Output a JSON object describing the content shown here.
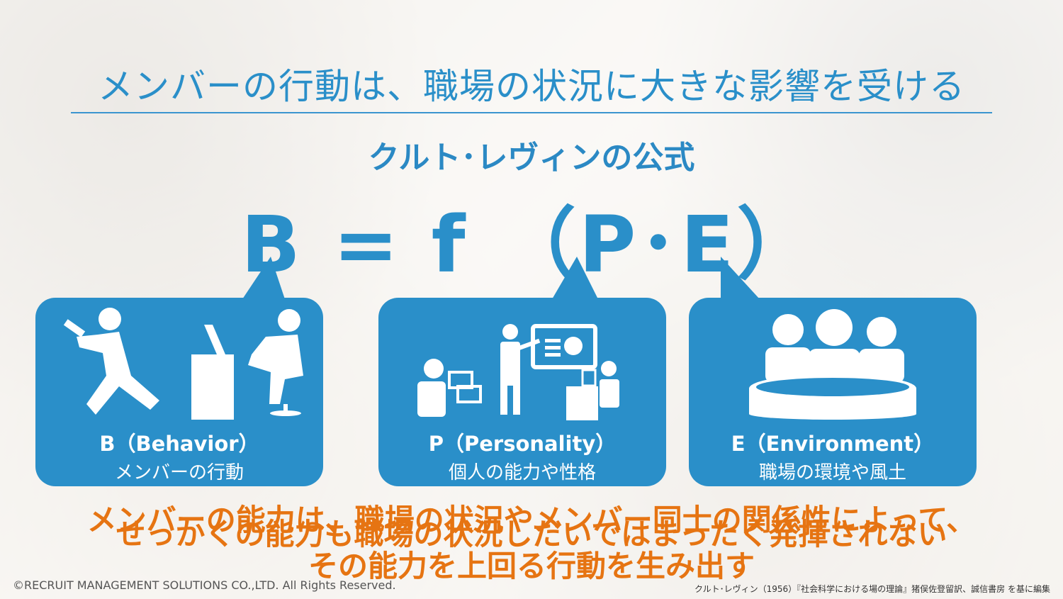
{
  "title": "メンバーの行動は、職場の状況に大きな影響を受ける",
  "subtitle": "クルト･レヴィンの公式",
  "formula": "B = f （P･E）",
  "boxes": [
    {
      "label": "B（Behavior）",
      "desc": "メンバーの行動",
      "icon": "running-worker-icon"
    },
    {
      "label": "P（Personality）",
      "desc": "個人の能力や性格",
      "icon": "presentation-people-icon"
    },
    {
      "label": "E（Environment）",
      "desc": "職場の環境や風土",
      "icon": "team-meeting-icon"
    }
  ],
  "overlay": {
    "line1": "メンバーの能力は、職場の状況やメンバー同士の関係性によって、",
    "line2": "せっかくの能力も職場の状況しだいではまったく発揮されない",
    "line3": "その能力を上回る行動を生み出す"
  },
  "footer": {
    "copyright": "©RECRUIT MANAGEMENT SOLUTIONS CO.,LTD. All Rights Reserved.",
    "source": "クルト･レヴィン（1956）『社会科学における場の理論』猪俣佐登留訳、誠信書房 を基に編集"
  },
  "colors": {
    "primary": "#2a8fc9",
    "accent": "#e67412"
  }
}
